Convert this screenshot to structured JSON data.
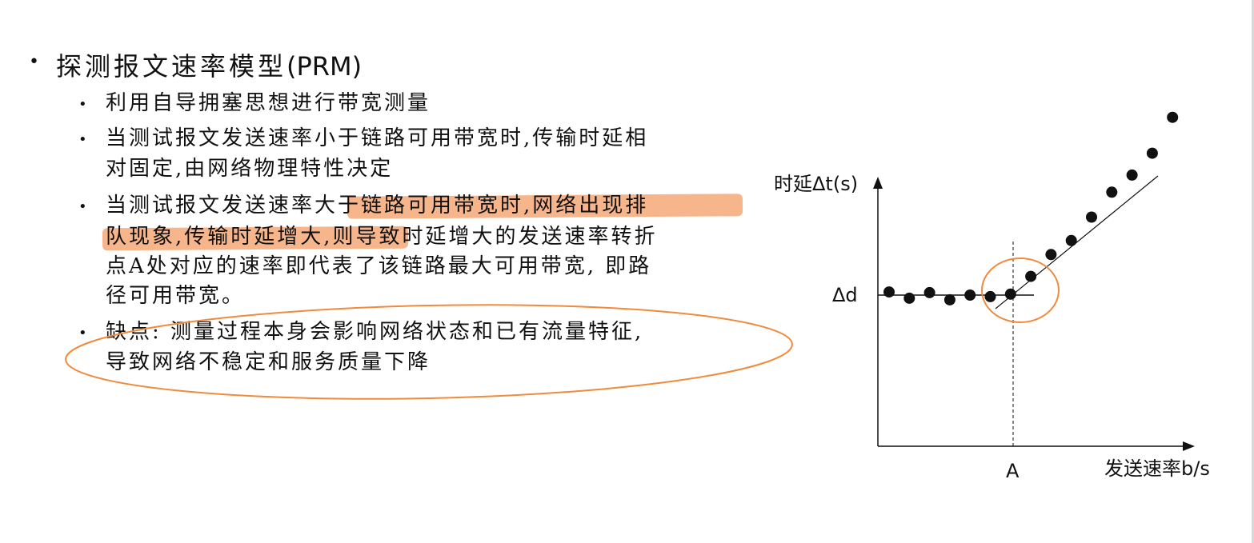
{
  "slide": {
    "title_cn": "探测报文速率模型",
    "title_latin": "(PRM)",
    "bullets": [
      {
        "lines": [
          "利用自导拥塞思想进行带宽测量"
        ]
      },
      {
        "lines": [
          "当测试报文发送速率小于链路可用带宽时,传输时延相",
          "对固定,由网络物理特性决定"
        ]
      },
      {
        "lines": [
          "当测试报文发送速率大于链路可用带宽时,网络出现排",
          "队现象,传输时延增大,则导致时延增大的发送速率转折",
          "点A处对应的速率即代表了该链路最大可用带宽, 即路",
          "径可用带宽。"
        ]
      },
      {
        "lines": [
          "缺点: 测量过程本身会影响网络状态和已有流量特征,",
          "导致网络不稳定和服务质量下降"
        ]
      }
    ],
    "highlight_color": "#f6a878",
    "ellipse_color": "#f08a3c"
  },
  "chart_data": {
    "type": "scatter",
    "ylabel": "时延Δt(s)",
    "xlabel": "发送速率b/s",
    "x_marker_label": "A",
    "y_marker_label": "Δd",
    "series": [
      {
        "values": [
          {
            "x": 1,
            "y": 1.1
          },
          {
            "x": 2,
            "y": 0.9
          },
          {
            "x": 3,
            "y": 1.08
          },
          {
            "x": 4,
            "y": 0.85
          },
          {
            "x": 5,
            "y": 1.0
          },
          {
            "x": 6,
            "y": 0.95
          },
          {
            "x": 7,
            "y": 1.03
          },
          {
            "x": 8,
            "y": 1.6
          },
          {
            "x": 9,
            "y": 2.3
          },
          {
            "x": 10,
            "y": 2.75
          },
          {
            "x": 11,
            "y": 3.5
          },
          {
            "x": 12,
            "y": 4.3
          },
          {
            "x": 13,
            "y": 4.85
          },
          {
            "x": 14,
            "y": 5.55
          },
          {
            "x": 15,
            "y": 6.7
          }
        ]
      }
    ],
    "flat_level": 1.0,
    "turning_point_x": 7,
    "circle_color": "#f08a3c",
    "xlim": [
      0,
      16
    ],
    "ylim": [
      -10,
      10
    ]
  }
}
